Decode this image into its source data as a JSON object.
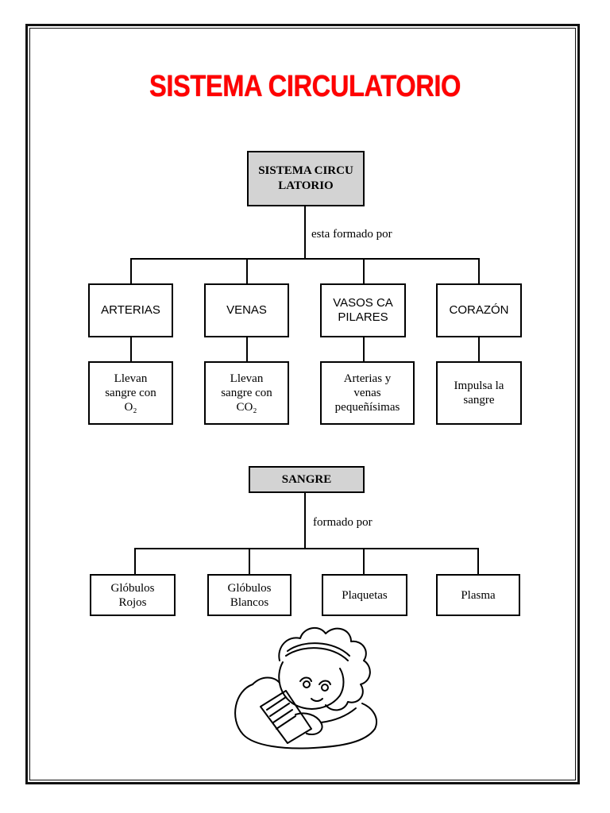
{
  "title": "SISTEMA CIRCULATORIO",
  "map1": {
    "root": "SISTEMA CIRCULATORIO",
    "connector": "esta formado por",
    "nodes": [
      {
        "label": "ARTERIAS",
        "desc": "Llevan sangre con O₂"
      },
      {
        "label": "VENAS",
        "desc": "Llevan sangre con CO₂"
      },
      {
        "label": "VASOS CAPILARES",
        "desc": "Arterias y venas pequeñísimas"
      },
      {
        "label": "CORAZÓN",
        "desc": "Impulsa la sangre"
      }
    ]
  },
  "map2": {
    "root": "SANGRE",
    "connector": "formado por",
    "nodes": [
      "Glóbulos Rojos",
      "Glóbulos Blancos",
      "Plaquetas",
      "Plasma"
    ]
  },
  "illustration": "girl-reading-book"
}
